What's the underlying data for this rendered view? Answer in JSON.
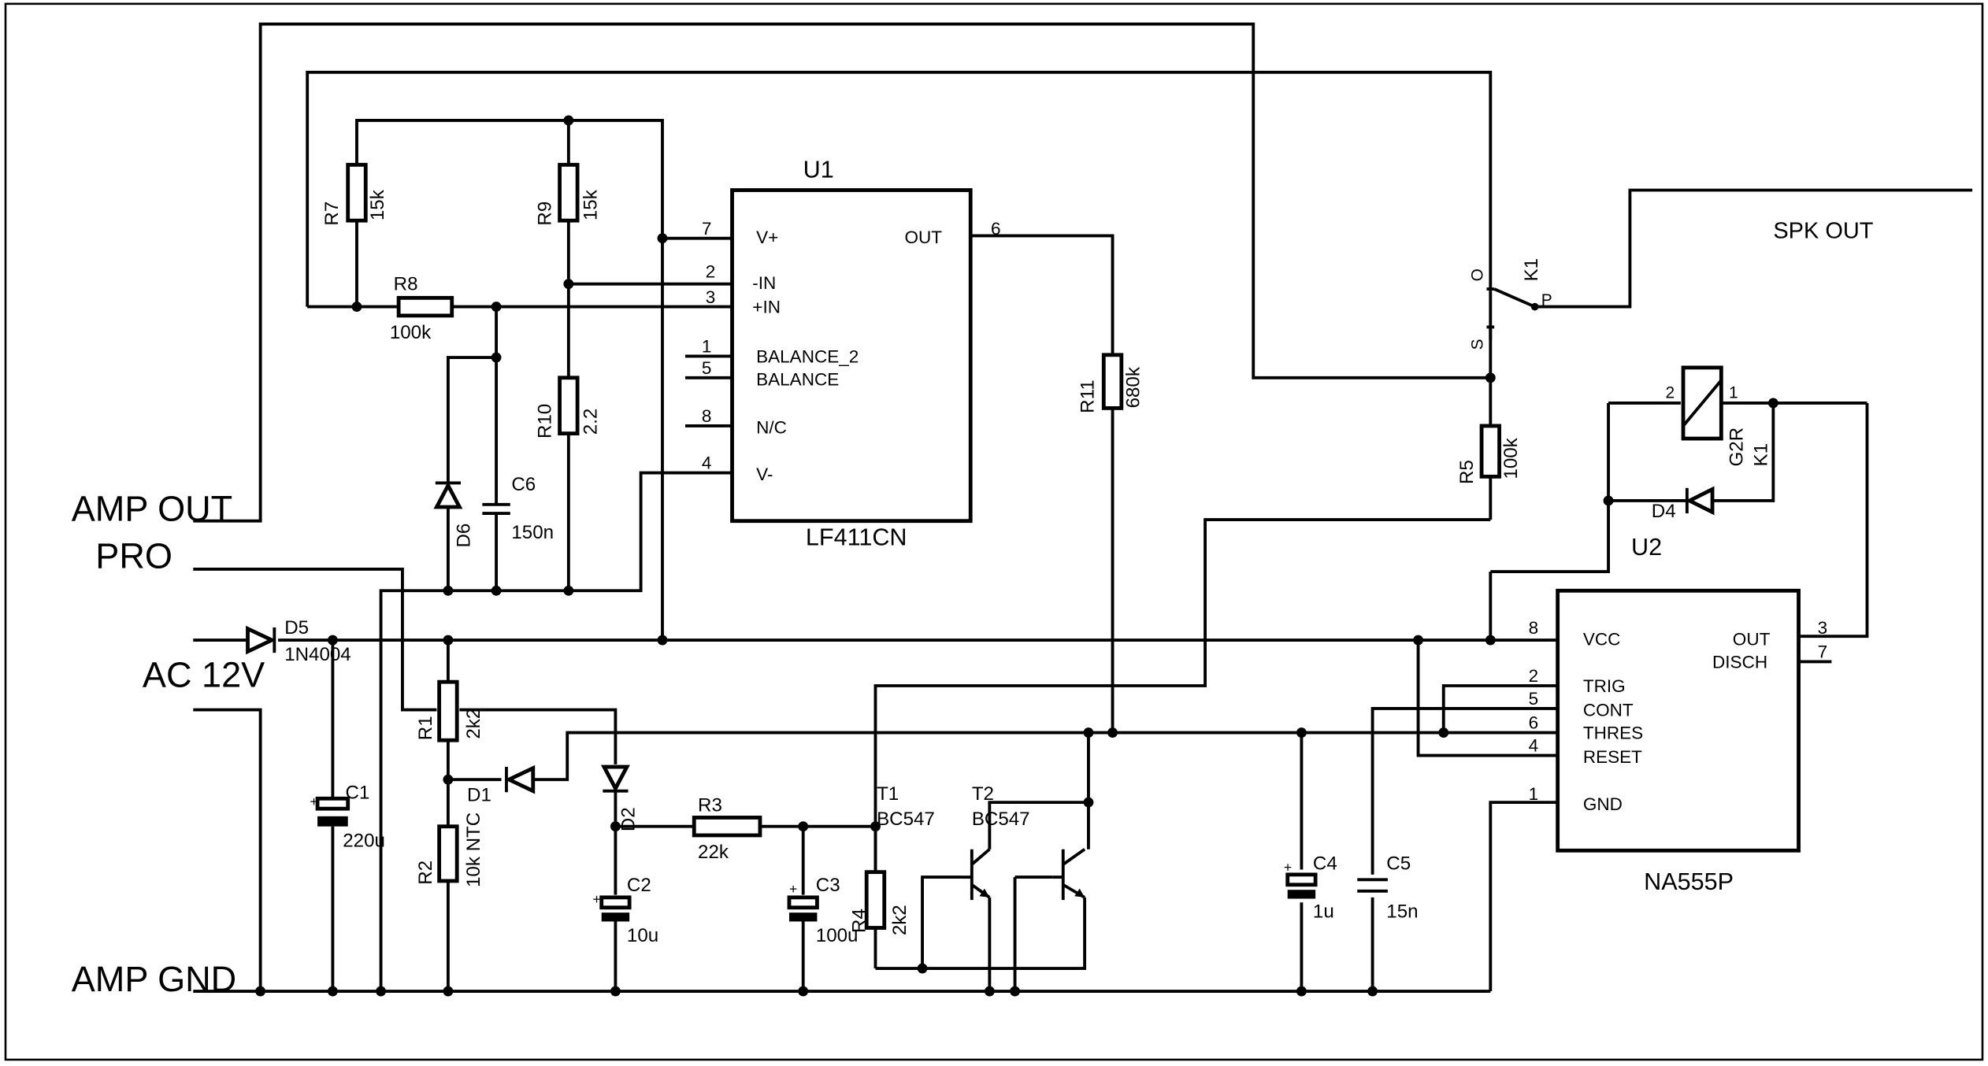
{
  "labels": {
    "amp_out": "AMP OUT",
    "pro": "PRO",
    "ac_12v": "AC 12V",
    "amp_gnd": "AMP GND",
    "spk_out": "SPK OUT"
  },
  "u1": {
    "ref": "U1",
    "part": "LF411CN",
    "pins": [
      {
        "num": "7",
        "name": "V+"
      },
      {
        "num": "2",
        "name": "-IN"
      },
      {
        "num": "3",
        "name": "+IN"
      },
      {
        "num": "1",
        "name": "BALANCE_2"
      },
      {
        "num": "5",
        "name": "BALANCE"
      },
      {
        "num": "8",
        "name": "N/C"
      },
      {
        "num": "4",
        "name": "V-"
      },
      {
        "num": "6",
        "name": "OUT"
      }
    ]
  },
  "u2": {
    "ref": "U2",
    "part": "NA555P",
    "pins": [
      {
        "num": "8",
        "name": "VCC"
      },
      {
        "num": "2",
        "name": "TRIG"
      },
      {
        "num": "5",
        "name": "CONT"
      },
      {
        "num": "6",
        "name": "THRES"
      },
      {
        "num": "4",
        "name": "RESET"
      },
      {
        "num": "1",
        "name": "GND"
      },
      {
        "num": "3",
        "name": "OUT"
      },
      {
        "num": "7",
        "name": "DISCH"
      }
    ]
  },
  "components": {
    "r1": {
      "ref": "R1",
      "value": "2k2"
    },
    "r2": {
      "ref": "R2",
      "value": "10k NTC"
    },
    "r3": {
      "ref": "R3",
      "value": "22k"
    },
    "r4": {
      "ref": "R4",
      "value": "2k2"
    },
    "r5": {
      "ref": "R5",
      "value": "100k"
    },
    "r7": {
      "ref": "R7",
      "value": "15k"
    },
    "r8": {
      "ref": "R8",
      "value": "100k"
    },
    "r9": {
      "ref": "R9",
      "value": "15k"
    },
    "r10": {
      "ref": "R10",
      "value": "2.2"
    },
    "r11": {
      "ref": "R11",
      "value": "680k"
    },
    "c1": {
      "ref": "C1",
      "value": "220u"
    },
    "c2": {
      "ref": "C2",
      "value": "10u"
    },
    "c3": {
      "ref": "C3",
      "value": "100u"
    },
    "c4": {
      "ref": "C4",
      "value": "1u"
    },
    "c5": {
      "ref": "C5",
      "value": "15n"
    },
    "c6": {
      "ref": "C6",
      "value": "150n"
    },
    "d1": {
      "ref": "D1"
    },
    "d2": {
      "ref": "D2"
    },
    "d4": {
      "ref": "D4"
    },
    "d5": {
      "ref": "D5",
      "value": "1N4004"
    },
    "d6": {
      "ref": "D6"
    },
    "t1": {
      "ref": "T1",
      "value": "BC547"
    },
    "t2": {
      "ref": "T2",
      "value": "BC547"
    },
    "k1_coil": {
      "ref": "K1",
      "value": "G2R",
      "pin_a": "2",
      "pin_b": "1"
    },
    "k1_switch": {
      "ref": "K1",
      "contact_o": "O",
      "contact_p": "P",
      "contact_s": "S"
    }
  }
}
